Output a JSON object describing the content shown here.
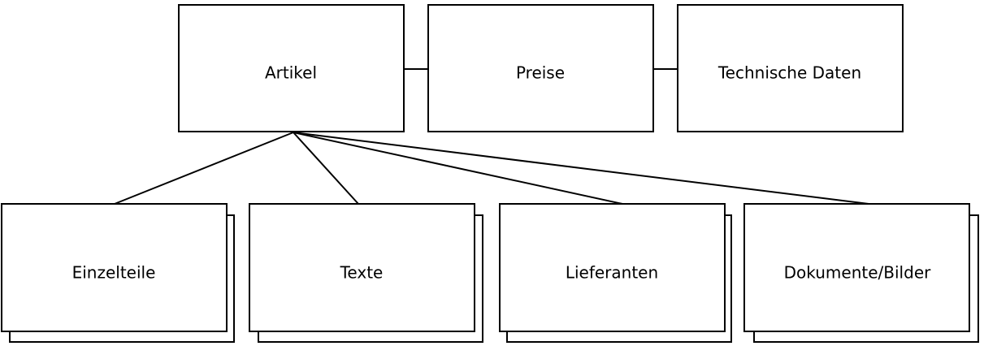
{
  "top_row": {
    "artikel": "Artikel",
    "preise": "Preise",
    "technische_daten": "Technische Daten"
  },
  "bottom_row": {
    "einzelteile": "Einzelteile",
    "texte": "Texte",
    "lieferanten": "Lieferanten",
    "dokumente_bilder": "Dokumente/Bilder"
  }
}
